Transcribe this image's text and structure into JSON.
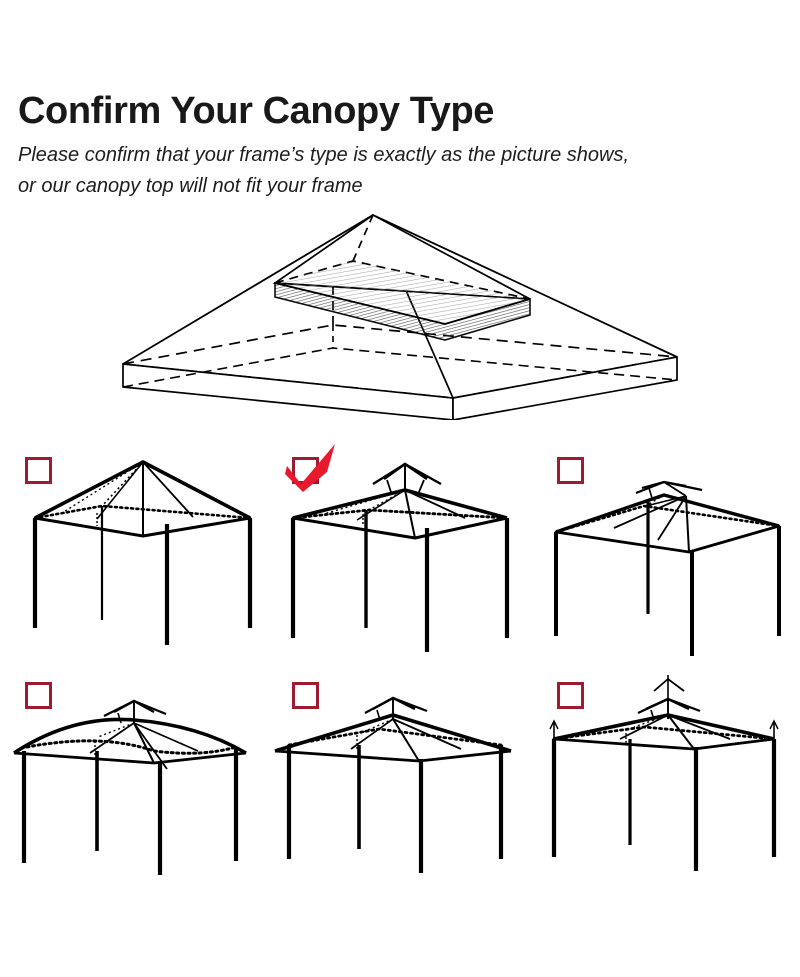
{
  "header": {
    "title": "Confirm Your Canopy Type",
    "subtitle_line1": "Please confirm that your frame’s type is exactly as the picture shows,",
    "subtitle_line2": "or our canopy top will not fit your frame"
  },
  "colors": {
    "checkbox_border": "#9e1b32",
    "check_mark": "#e8192c",
    "line": "#000000",
    "background": "#ffffff",
    "text": "#191919"
  },
  "hero": {
    "name": "two-tier-canopy-top-diagram",
    "description": "Two-tier pyramid canopy top with vented upper tier and skirted lower tier shown in dashed hidden-line perspective"
  },
  "options": [
    {
      "id": 1,
      "row": 0,
      "col": 0,
      "name": "single-tier-peak-frame",
      "checked": false,
      "has_vent_cap": false,
      "has_finials": false,
      "roof_style": "single-tier-peak"
    },
    {
      "id": 2,
      "row": 0,
      "col": 1,
      "name": "two-tier-vented-peak-frame",
      "checked": true,
      "has_vent_cap": true,
      "has_finials": false,
      "roof_style": "two-tier-vented-peak"
    },
    {
      "id": 3,
      "row": 0,
      "col": 2,
      "name": "low-pitch-vented-frame",
      "checked": false,
      "has_vent_cap": true,
      "has_finials": false,
      "roof_style": "low-pitch-vented"
    },
    {
      "id": 4,
      "row": 1,
      "col": 0,
      "name": "curved-eave-vented-frame",
      "checked": false,
      "has_vent_cap": true,
      "has_finials": false,
      "roof_style": "curved-eave-vented"
    },
    {
      "id": 5,
      "row": 1,
      "col": 1,
      "name": "wide-eave-vented-frame",
      "checked": false,
      "has_vent_cap": true,
      "has_finials": false,
      "roof_style": "wide-eave-vented"
    },
    {
      "id": 6,
      "row": 1,
      "col": 2,
      "name": "finial-post-vented-frame",
      "checked": false,
      "has_vent_cap": true,
      "has_finials": true,
      "roof_style": "finial-post-vented"
    }
  ]
}
